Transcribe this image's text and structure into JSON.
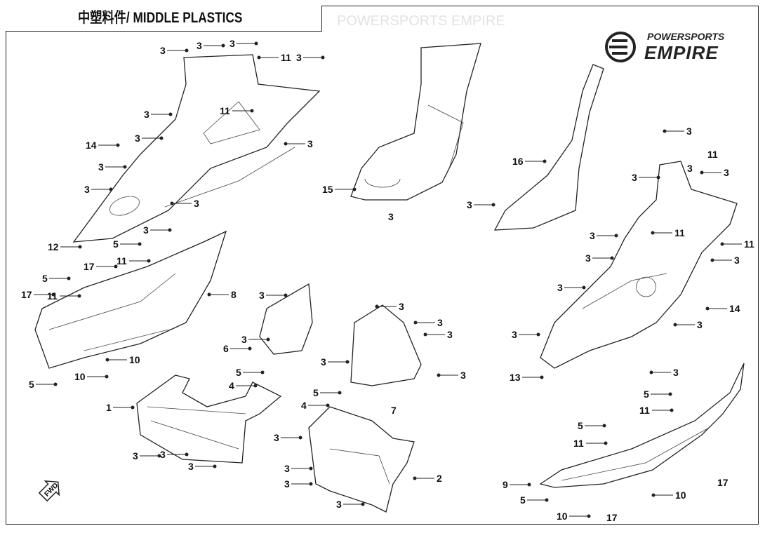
{
  "header": {
    "title": "中塑料件/ MIDDLE PLASTICS"
  },
  "logo": {
    "line1": "POWERSPORTS",
    "line2": "EMPIRE"
  },
  "watermark": "POWERSPORTS EMPIRE",
  "fwd_label": "FWD",
  "callouts": [
    "3",
    "3",
    "3",
    "11",
    "3",
    "11",
    "3",
    "3",
    "14",
    "3",
    "3",
    "3",
    "3",
    "3",
    "12",
    "5",
    "17",
    "11",
    "5",
    "11",
    "17",
    "8",
    "10",
    "10",
    "5",
    "3",
    "6",
    "3",
    "5",
    "4",
    "1",
    "3",
    "3",
    "3",
    "3",
    "3",
    "3",
    "3",
    "3",
    "7",
    "5",
    "4",
    "3",
    "2",
    "3",
    "3",
    "3",
    "15",
    "3",
    "16",
    "3",
    "3",
    "11",
    "3",
    "3",
    "3",
    "3",
    "3",
    "11",
    "11",
    "3",
    "3",
    "14",
    "3",
    "3",
    "13",
    "3",
    "5",
    "11",
    "5",
    "11",
    "17",
    "9",
    "10",
    "5",
    "10",
    "17"
  ]
}
